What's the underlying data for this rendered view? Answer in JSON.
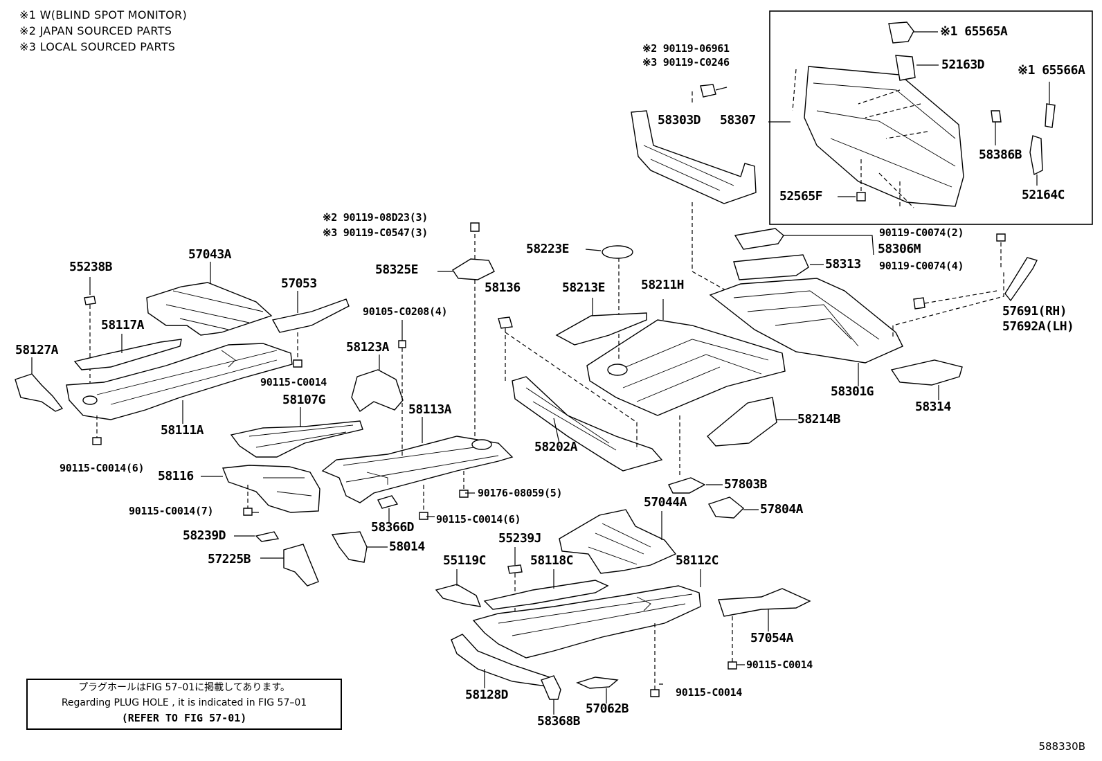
{
  "notes": [
    "※1 W(BLIND SPOT MONITOR)",
    "※2 JAPAN SOURCED PARTS",
    "※3 LOCAL SOURCED PARTS"
  ],
  "labels": {
    "p65565A": "※1 65565A",
    "p52163D": "52163D",
    "p65566A": "※1 65566A",
    "p58386B": "58386B",
    "p52164C": "52164C",
    "p52565F": "52565F",
    "p58307": "58307",
    "p58303D": "58303D",
    "b06961": "※2 90119-06961",
    "bC0246": "※3 90119-C0246",
    "b08D23": "※2 90119-08D23(3)",
    "bC0547": "※3 90119-C0547(3)",
    "p58223E": "58223E",
    "p58325E": "58325E",
    "p58306M": "58306M",
    "bC0074_2": "90119-C0074(2)",
    "p58313": "58313",
    "bC0074_4": "90119-C0074(4)",
    "p55238B": "55238B",
    "p57043A": "57043A",
    "p57053": "57053",
    "p58136": "58136",
    "p58213E": "58213E",
    "p58211H": "58211H",
    "b90105": "90105-C0208(4)",
    "p57691": "57691(RH)",
    "p57692A": "57692A(LH)",
    "p58117A": "58117A",
    "p58127A": "58127A",
    "p58123A": "58123A",
    "b90115_a": "90115-C0014",
    "p58301G": "58301G",
    "p58314": "58314",
    "p58107G": "58107G",
    "p58113A": "58113A",
    "p58214B": "58214B",
    "p58111A": "58111A",
    "p58202A": "58202A",
    "b90115_6a": "90115-C0014(6)",
    "p58116": "58116",
    "b90176": "90176-08059(5)",
    "p57803B": "57803B",
    "p57044A": "57044A",
    "p57804A": "57804A",
    "b90115_7": "90115-C0014(7)",
    "p58366D": "58366D",
    "b90115_6b": "90115-C0014(6)",
    "p58239D": "58239D",
    "p55239J": "55239J",
    "p58014": "58014",
    "p57225B": "57225B",
    "p55119C": "55119C",
    "p58118C": "58118C",
    "p58112C": "58112C",
    "p57054A": "57054A",
    "b90115_b": "90115-C0014",
    "b90115_c": "90115-C0014",
    "p58128D": "58128D",
    "p58368B": "58368B",
    "p57062B": "57062B"
  },
  "refer_box": {
    "line1": "プラグホールはFIG 57–01に掲載してあります。",
    "line2": "Regarding PLUG HOLE , it is indicated in FIG 57–01",
    "line3": "(REFER TO FIG 57-01)"
  },
  "figure_code": "588330B"
}
